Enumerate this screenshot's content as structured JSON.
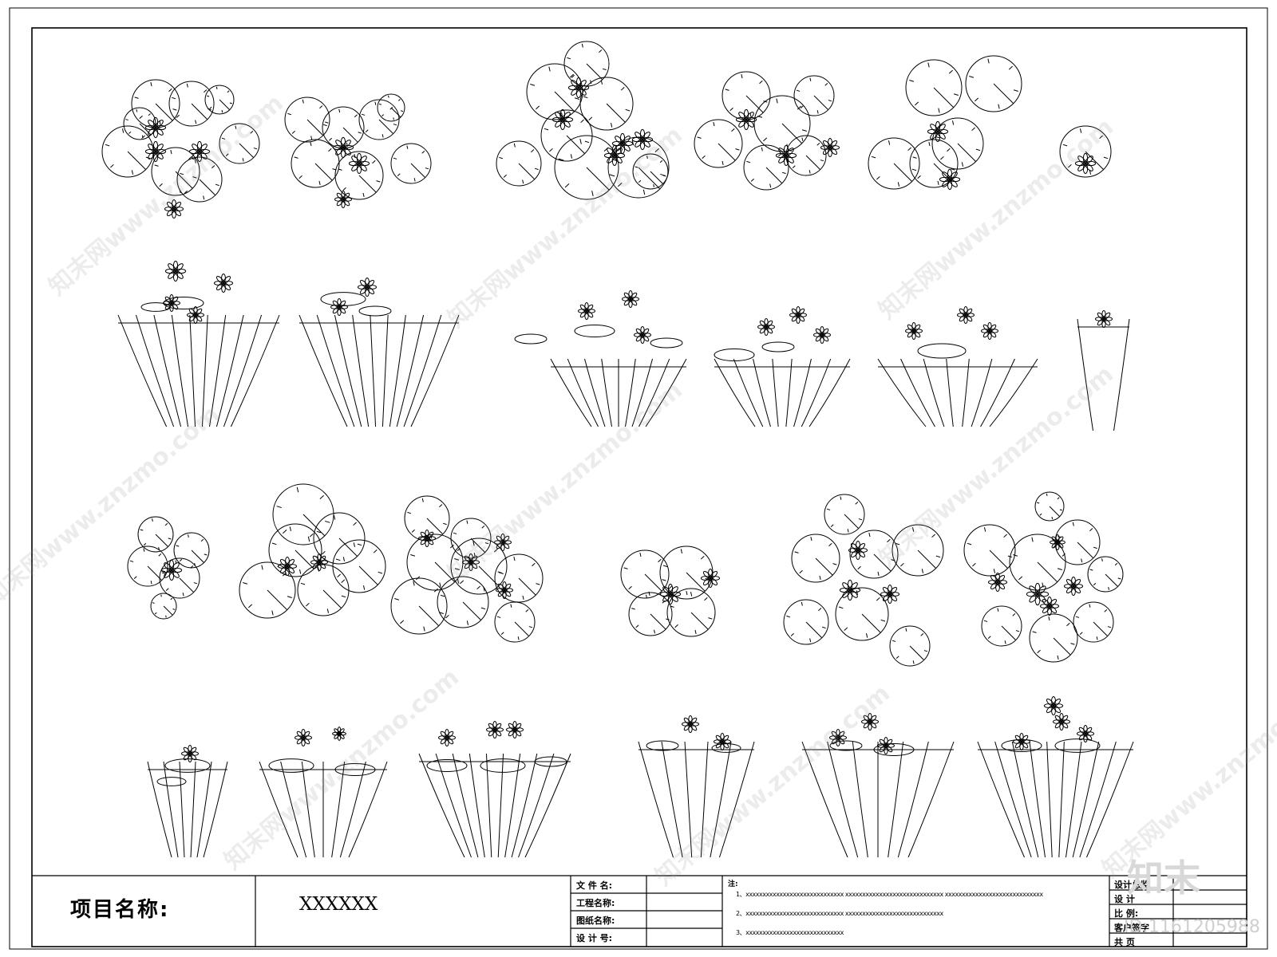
{
  "title_block": {
    "project_label": "项目名称:",
    "project_value": "XXXXXX",
    "file_name_label": "文 件 名:",
    "project_name_label": "工程名称:",
    "drawing_name_label": "图纸名称:",
    "design_no_label": "设 计 号:",
    "notes_label": "注:",
    "notes": [
      "1、xxxxxxxxxxxxxxxxxxxxxxxxxxxxx   xxxxxxxxxxxxxxxxxxxxxxxxxxxxx   xxxxxxxxxxxxxxxxxxxxxxxxxxxxx",
      "2、xxxxxxxxxxxxxxxxxxxxxxxxxxxxx   xxxxxxxxxxxxxxxxxxxxxxxxxxxxx",
      "3、xxxxxxxxxxxxxxxxxxxxxxxxxxxxx"
    ],
    "right_labels": [
      "设计总监",
      "设     计",
      "比     例:",
      "客户签字",
      "共     页"
    ]
  },
  "watermark": {
    "text": "知末网www.znzmo.com",
    "logo": "知末",
    "id": "ID:1161205988"
  }
}
